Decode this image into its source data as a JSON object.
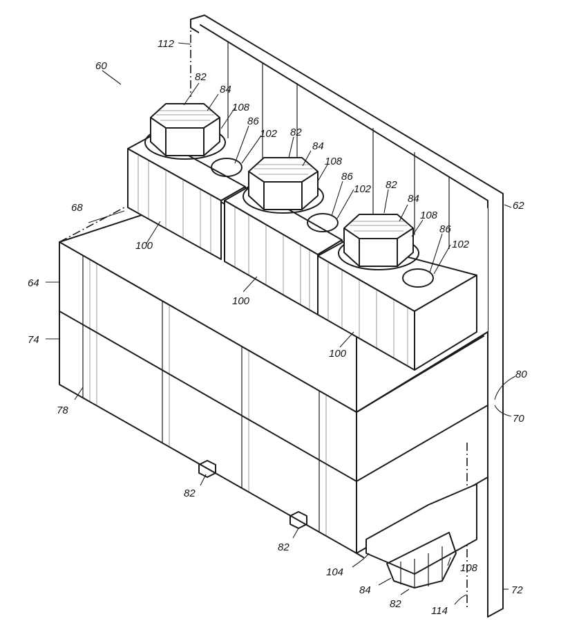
{
  "figure": {
    "labels": {
      "l60": "60",
      "l112": "112",
      "l62": "62",
      "l68": "68",
      "l64": "64",
      "l74": "74",
      "l78": "78",
      "l80": "80",
      "l70": "70",
      "l72": "72",
      "l114": "114",
      "l104": "104",
      "l82a": "82",
      "l84a": "84",
      "l108a": "108",
      "l86a": "86",
      "l102a": "102",
      "l100a": "100",
      "l82b": "82",
      "l84b": "84",
      "l108b": "108",
      "l86b": "86",
      "l102b": "102",
      "l100b": "100",
      "l82c": "82",
      "l84c": "84",
      "l108c": "108",
      "l86c": "86",
      "l102c": "102",
      "l100c": "100",
      "l82d": "82",
      "l82e": "82",
      "l82f": "82",
      "l84d": "84",
      "l108d": "108"
    }
  }
}
